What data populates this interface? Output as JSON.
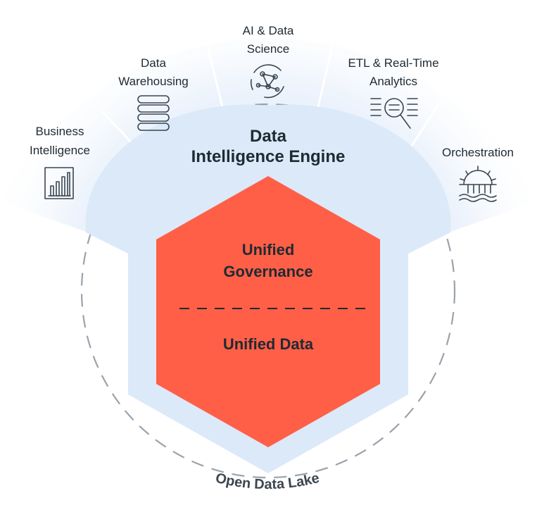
{
  "core": {
    "governance_line1": "Unified",
    "governance_line2": "Governance",
    "data_label": "Unified Data"
  },
  "engine": {
    "title_line1": "Data",
    "title_line2": "Intelligence Engine"
  },
  "lake": {
    "label": "Open Data Lake"
  },
  "workloads": [
    {
      "line1": "Business",
      "line2": "Intelligence",
      "icon": "bar-chart-icon"
    },
    {
      "line1": "Data",
      "line2": "Warehousing",
      "icon": "database-icon"
    },
    {
      "line1": "AI & Data",
      "line2": "Science",
      "icon": "network-icon"
    },
    {
      "line1": "ETL & Real-Time",
      "line2": "Analytics",
      "icon": "search-data-icon"
    },
    {
      "line1": "Orchestration",
      "line2": "",
      "icon": "bridge-gear-icon"
    }
  ],
  "colors": {
    "hexagon": "#ff5f46",
    "halo": "#dbe9f9",
    "halo_fade": "#f4f8fd",
    "text": "#1f2a33",
    "dash": "#9aa3ab"
  }
}
